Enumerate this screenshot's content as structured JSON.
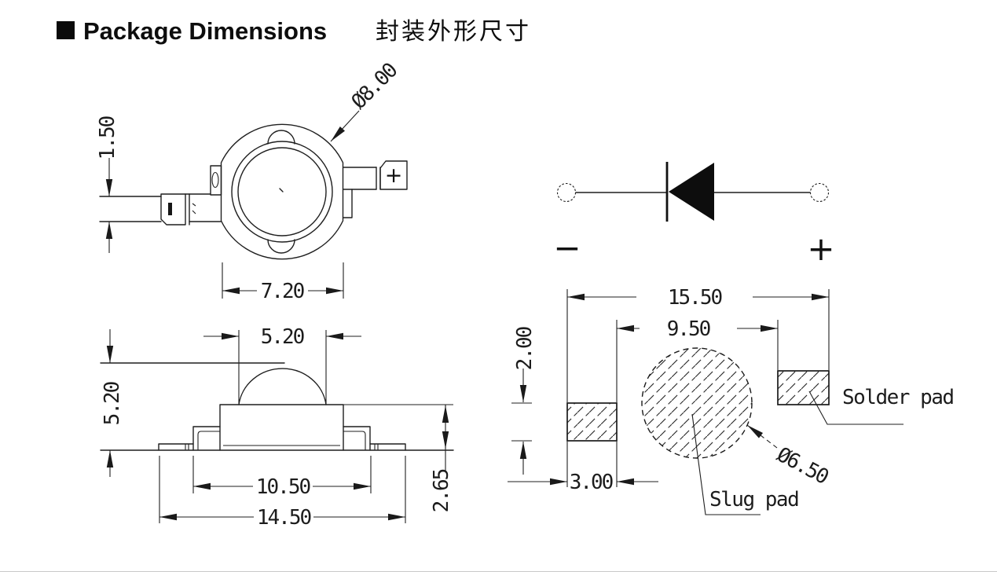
{
  "title": {
    "en": "Package Dimensions",
    "zh": "封装外形尺寸"
  },
  "top_view": {
    "lead_thickness": "1.50",
    "outer_diameter": "Ø8.00",
    "body_width": "7.20",
    "plus": "+"
  },
  "side_view": {
    "lens_width": "5.20",
    "total_height": "5.20",
    "flange_width": "10.50",
    "lead_span": "14.50",
    "body_height": "2.65"
  },
  "schematic": {
    "minus_label": "−",
    "plus_label": "+"
  },
  "pad_layout": {
    "overall_width": "15.50",
    "pad_gap": "9.50",
    "pad_height": "2.00",
    "pad_width": "3.00",
    "slug_diameter": "Ø6.50",
    "solder_pad_label": "Solder pad",
    "slug_pad_label": "Slug pad"
  }
}
